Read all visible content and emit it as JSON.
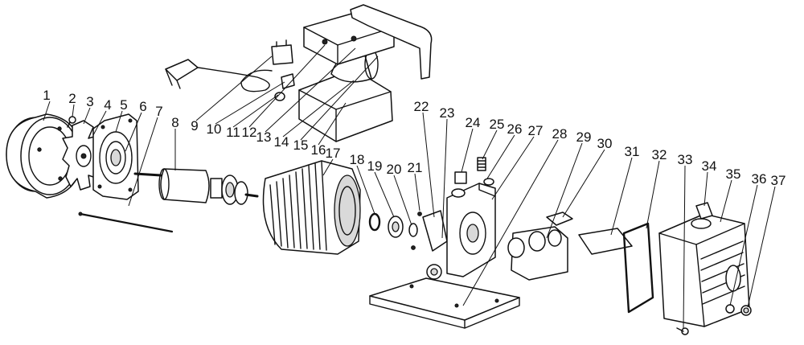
{
  "callouts": [
    {
      "id": "part-1",
      "label": "1"
    },
    {
      "id": "part-2",
      "label": "2"
    },
    {
      "id": "part-3",
      "label": "3"
    },
    {
      "id": "part-4",
      "label": "4"
    },
    {
      "id": "part-5",
      "label": "5"
    },
    {
      "id": "part-6",
      "label": "6"
    },
    {
      "id": "part-7",
      "label": "7"
    },
    {
      "id": "part-8",
      "label": "8"
    },
    {
      "id": "part-9",
      "label": "9"
    },
    {
      "id": "part-10",
      "label": "10"
    },
    {
      "id": "part-11",
      "label": "11"
    },
    {
      "id": "part-12",
      "label": "12"
    },
    {
      "id": "part-13",
      "label": "13"
    },
    {
      "id": "part-14",
      "label": "14"
    },
    {
      "id": "part-15",
      "label": "15"
    },
    {
      "id": "part-16",
      "label": "16"
    },
    {
      "id": "part-17",
      "label": "17"
    },
    {
      "id": "part-18",
      "label": "18"
    },
    {
      "id": "part-19",
      "label": "19"
    },
    {
      "id": "part-20",
      "label": "20"
    },
    {
      "id": "part-21",
      "label": "21"
    },
    {
      "id": "part-22",
      "label": "22"
    },
    {
      "id": "part-23",
      "label": "23"
    },
    {
      "id": "part-24",
      "label": "24"
    },
    {
      "id": "part-25",
      "label": "25"
    },
    {
      "id": "part-26",
      "label": "26"
    },
    {
      "id": "part-27",
      "label": "27"
    },
    {
      "id": "part-28",
      "label": "28"
    },
    {
      "id": "part-29",
      "label": "29"
    },
    {
      "id": "part-30",
      "label": "30"
    },
    {
      "id": "part-31",
      "label": "31"
    },
    {
      "id": "part-32",
      "label": "32"
    },
    {
      "id": "part-33",
      "label": "33"
    },
    {
      "id": "part-34",
      "label": "34"
    },
    {
      "id": "part-35",
      "label": "35"
    },
    {
      "id": "part-36",
      "label": "36"
    },
    {
      "id": "part-37",
      "label": "37"
    }
  ]
}
